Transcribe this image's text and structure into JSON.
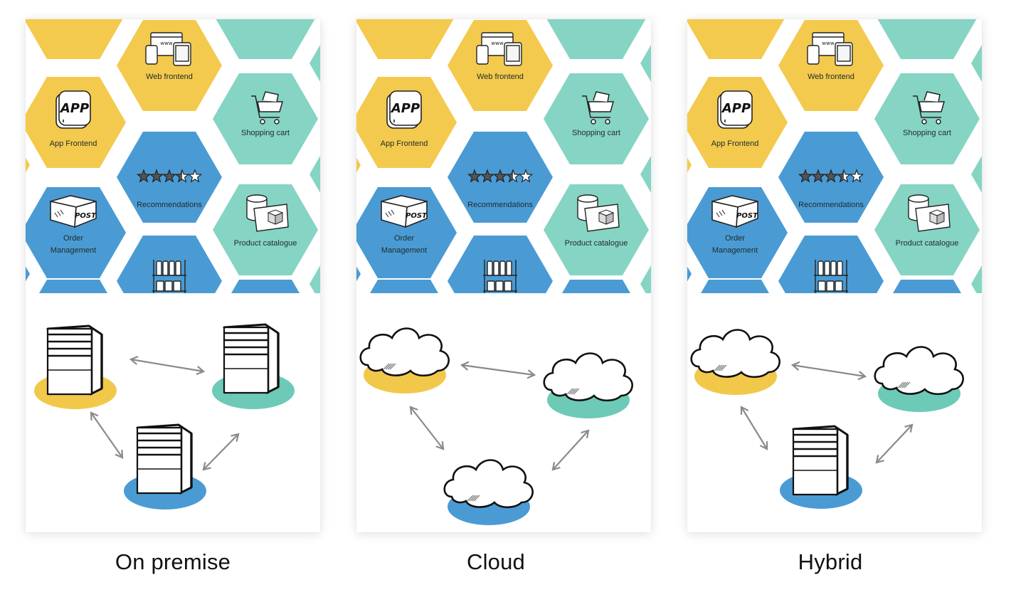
{
  "colors": {
    "yellow": "#f3ca4e",
    "teal": "#86d4c4",
    "blue": "#4a9bd4",
    "platform_yellow": "#f2c84b",
    "platform_teal": "#6ccab6",
    "platform_blue": "#4a9bd4",
    "arrow": "#8a8a8a"
  },
  "services": {
    "web_frontend": {
      "label": "Web frontend",
      "icon": "devices-icon"
    },
    "app_frontend": {
      "label": "App Frontend",
      "icon": "app-icon"
    },
    "shopping_cart": {
      "label": "Shopping cart",
      "icon": "shopping-cart-icon"
    },
    "recommendations": {
      "label": "Recommendations",
      "icon": "star-rating-icon",
      "rating": 3.5,
      "max": 5
    },
    "order_management": {
      "label_line1": "Order",
      "label_line2": "Management",
      "icon": "post-box-icon",
      "box_text": "POST"
    },
    "product_catalogue": {
      "label": "Product catalogue",
      "icon": "database-icon"
    },
    "inventory": {
      "icon": "shelf-icon"
    },
    "app_icon_text": "APP",
    "www_text": "www"
  },
  "panels": [
    {
      "caption": "On premise",
      "nodes": [
        "server",
        "server",
        "server"
      ]
    },
    {
      "caption": "Cloud",
      "nodes": [
        "cloud",
        "cloud",
        "cloud"
      ]
    },
    {
      "caption": "Hybrid",
      "nodes": [
        "cloud",
        "cloud",
        "server"
      ]
    }
  ]
}
